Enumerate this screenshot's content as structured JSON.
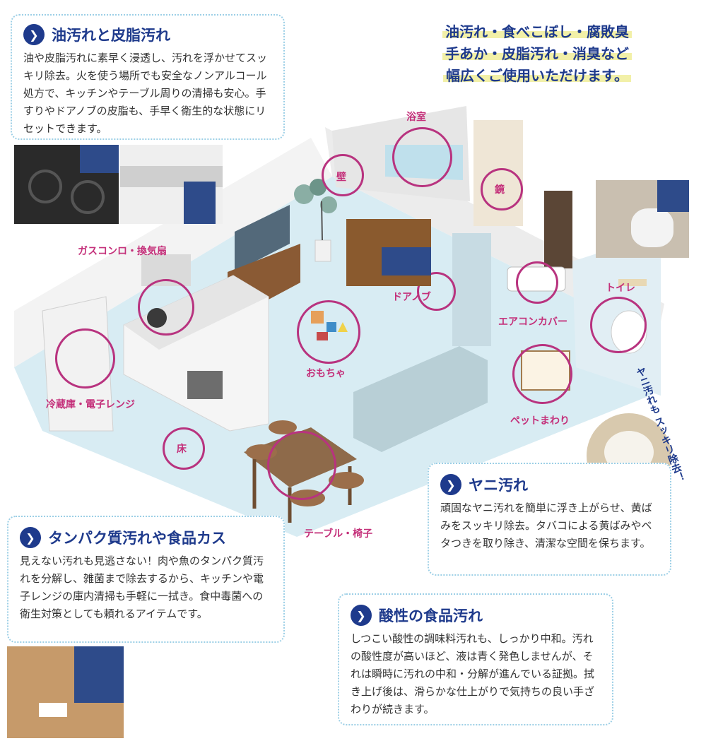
{
  "tagline": {
    "line1": "油汚れ・食べこぼし・腐敗臭",
    "line2": "手あか・皮脂汚れ・消臭など",
    "line3": "幅広くご使用いただけます。"
  },
  "boxes": {
    "oil": {
      "title": "油汚れと皮脂汚れ",
      "body": "油や皮脂汚れに素早く浸透し、汚れを浮かせてスッキリ除去。火を使う場所でも安全なノンアルコール処方で、キッチンやテーブル周りの清掃も安心。手すりやドアノブの皮脂も、手早く衛生的な状態にリセットできます。"
    },
    "protein": {
      "title": "タンパク質汚れや食品カス",
      "body": "見えない汚れも見逃さない！肉や魚のタンパク質汚れを分解し、雑菌まで除去するから、キッチンや電子レンジの庫内清掃も手軽に一拭き。食中毒菌への衛生対策としても頼れるアイテムです。"
    },
    "nicotine": {
      "title": "ヤニ汚れ",
      "body": "頑固なヤニ汚れを簡単に浮き上がらせ、黄ばみをスッキリ除去。タバコによる黄ばみやベタつきを取り除き、清潔な空間を保ちます。"
    },
    "acid": {
      "title": "酸性の食品汚れ",
      "body": "しつこい酸性の調味料汚れも、しっかり中和。汚れの酸性度が高いほど、液は青く発色しませんが、それは瞬時に汚れの中和・分解が進んでいる証拠。拭き上げ後は、滑らかな仕上がりで気持ちの良い手ざわりが続きます。"
    }
  },
  "labels": {
    "bath": "浴室",
    "wall": "壁",
    "mirror": "鏡",
    "stove": "ガスコンロ・換気扇",
    "doorknob": "ドアノブ",
    "aircon": "エアコンカバー",
    "toilet": "トイレ",
    "toys": "おもちゃ",
    "fridge": "冷蔵庫・電子レンジ",
    "pet": "ペットまわり",
    "floor": "床",
    "table": "テーブル・椅子"
  },
  "stamp": {
    "line1": "ヤニ汚れも",
    "line2": "スッキリ除去！"
  },
  "colors": {
    "navy": "#1e3a8c",
    "magenta": "#b8337f",
    "floor": "#d8ecf3",
    "highlight": "#f2f0a8"
  }
}
